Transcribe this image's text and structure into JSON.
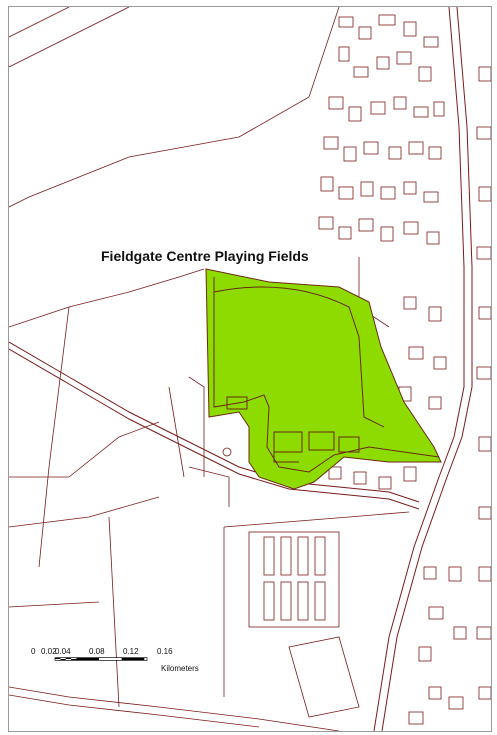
{
  "map": {
    "site_label": "Fieldgate Centre Playing Fields",
    "highlight_color": "#8ddb00",
    "line_color": "#7a1a1a",
    "scale_bar": {
      "ticks": [
        "0",
        "0.02",
        "0.04",
        "0.08",
        "0.12",
        "0.16"
      ],
      "unit": "Kilometers"
    }
  }
}
